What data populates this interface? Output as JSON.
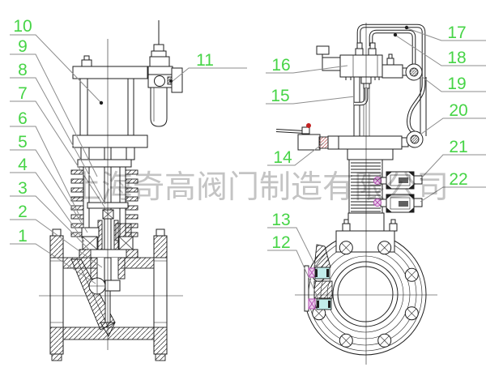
{
  "page": {
    "background": "#ffffff",
    "kind": "valve-assembly-engineering-drawing"
  },
  "watermark": {
    "text": "上海奇高阀门制造有限公司",
    "color": "#c4c4c4"
  },
  "colors": {
    "callout_green": "#46d446",
    "leader_gray": "#8d8d8d",
    "drawing_line": "#1f1f1f",
    "sensor_cyan": "#c2ecea",
    "fitting_magenta": "#b14cb1",
    "handle_dot_red": "#c32222"
  },
  "callouts": {
    "items": [
      "1",
      "2",
      "3",
      "4",
      "5",
      "6",
      "7",
      "8",
      "9",
      "10",
      "11",
      "12",
      "13",
      "14",
      "15",
      "16",
      "17",
      "18",
      "19",
      "20",
      "21",
      "22"
    ]
  }
}
